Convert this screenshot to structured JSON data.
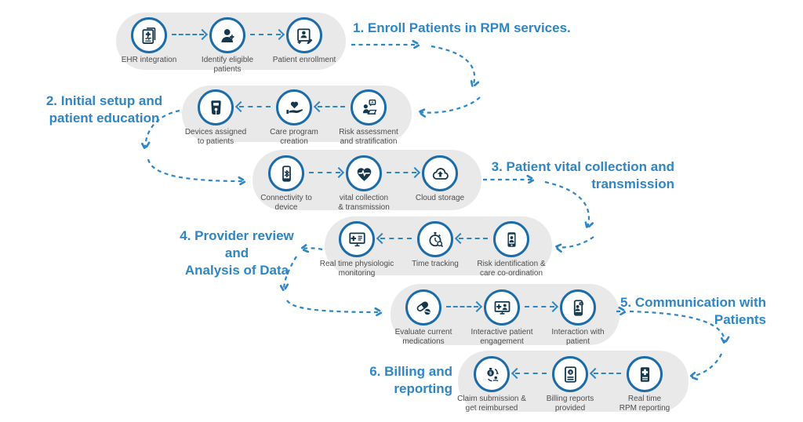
{
  "colors": {
    "accent_blue": "#2e86c5",
    "icon_ring": "#1b6ca8",
    "icon_glyph": "#16384e",
    "pill_background": "#e9e9e9",
    "label_text": "#4d4d4d"
  },
  "steps": [
    {
      "title_lines": [
        "1. Enroll Patients in RPM services."
      ],
      "flow": "right",
      "nodes": [
        {
          "icon": "ehr-integration-icon",
          "label": "EHR integration"
        },
        {
          "icon": "identify-eligible-patients-icon",
          "label": "Identify eligible\npatients"
        },
        {
          "icon": "patient-enrollment-icon",
          "label": "Patient enrollment"
        }
      ]
    },
    {
      "title_lines": [
        "2. Initial setup and",
        "patient education"
      ],
      "flow": "left",
      "nodes": [
        {
          "icon": "medical-device-icon",
          "label": "Devices assigned\nto patients"
        },
        {
          "icon": "care-program-icon",
          "label": "Care program\ncreation"
        },
        {
          "icon": "risk-assessment-icon",
          "label": "Risk assessment\nand stratification"
        }
      ]
    },
    {
      "title_lines": [
        "3. Patient vital collection and",
        "transmission"
      ],
      "flow": "right",
      "nodes": [
        {
          "icon": "bluetooth-phone-icon",
          "label": "Connectivity to\ndevice"
        },
        {
          "icon": "heart-pulse-icon",
          "label": "vital collection\n& transmission"
        },
        {
          "icon": "cloud-upload-icon",
          "label": "Cloud storage"
        }
      ]
    },
    {
      "title_lines": [
        "4. Provider review and",
        "Analysis of Data"
      ],
      "flow": "left",
      "nodes": [
        {
          "icon": "monitor-vitals-icon",
          "label": "Real time physiologic\nmonitoring"
        },
        {
          "icon": "stopwatch-icon",
          "label": "Time tracking"
        },
        {
          "icon": "phone-risk-icon",
          "label": "Risk identification &\ncare co-ordination"
        }
      ]
    },
    {
      "title_lines": [
        "5. Communication with",
        "Patients"
      ],
      "flow": "right",
      "nodes": [
        {
          "icon": "medications-icon",
          "label": "Evaluate current\nmedications"
        },
        {
          "icon": "screen-patient-icon",
          "label": "Interactive patient\nengagement"
        },
        {
          "icon": "phone-chat-icon",
          "label": "Interaction with\npatient"
        }
      ]
    },
    {
      "title_lines": [
        "6. Billing and",
        "reporting"
      ],
      "flow": "left",
      "nodes": [
        {
          "icon": "money-bag-icon",
          "label": "Claim submission &\nget reimbursed"
        },
        {
          "icon": "billing-report-icon",
          "label": "Billing reports\nprovided"
        },
        {
          "icon": "tablet-report-icon",
          "label": "Real time\nRPM reporting"
        }
      ]
    }
  ]
}
